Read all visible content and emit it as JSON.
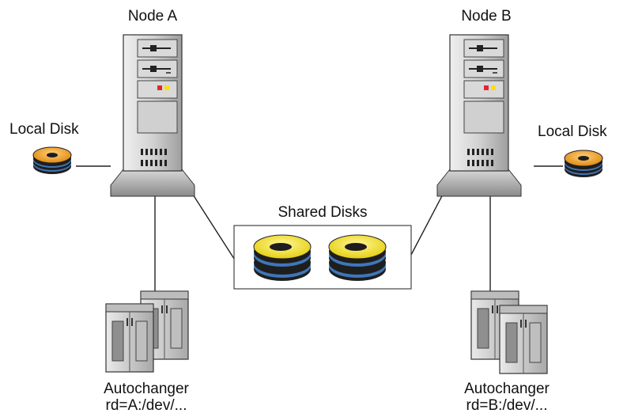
{
  "nodes": [
    {
      "label": "Node A"
    },
    {
      "label": "Node B"
    }
  ],
  "local_disks": [
    {
      "label": "Local Disk"
    },
    {
      "label": "Local Disk"
    }
  ],
  "shared": {
    "label": "Shared Disks"
  },
  "autochangers": [
    {
      "label": "Autochanger",
      "device": "rd=A:/dev/..."
    },
    {
      "label": "Autochanger",
      "device": "rd=B:/dev/..."
    }
  ],
  "colors": {
    "server_body": "#c8c8c8",
    "disk_orange": "#f2a01e",
    "disk_yellow": "#f6e21a",
    "disk_platter": "#1e1e1e",
    "disk_edge": "#3f76b8",
    "led_red": "#e3262c",
    "led_yellow": "#f7e017"
  }
}
